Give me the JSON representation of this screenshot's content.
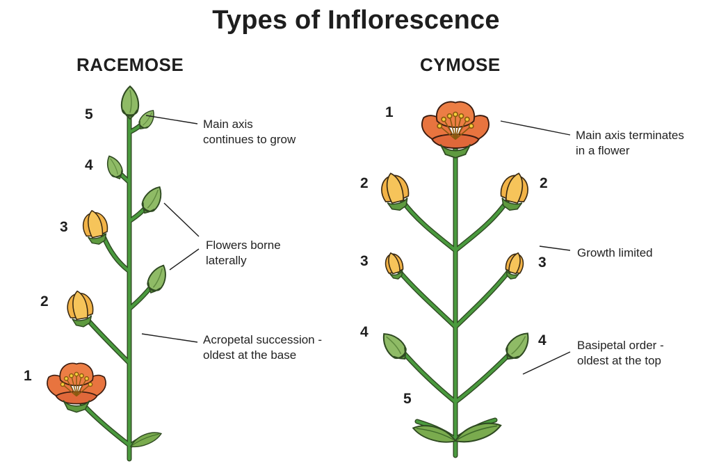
{
  "title": "Types of Inflorescence",
  "racemose": {
    "heading": "RACEMOSE",
    "numbers": [
      "5",
      "4",
      "3",
      "2",
      "1"
    ],
    "notes": [
      [
        "Main axis",
        "continues to grow"
      ],
      [
        "Flowers borne",
        "laterally"
      ],
      [
        "Acropetal succession -",
        "oldest at the base"
      ]
    ]
  },
  "cymose": {
    "heading": "CYMOSE",
    "numbers": [
      "1",
      "2",
      "2",
      "3",
      "3",
      "4",
      "4",
      "5"
    ],
    "notes": [
      [
        "Main axis terminates",
        "in a flower"
      ],
      [
        "Growth limited"
      ],
      [
        "Basipetal order -",
        "oldest at the top"
      ]
    ]
  },
  "colors": {
    "stem": "#3f8a3a",
    "leaf": "#7aab4e",
    "bud": "#8fbb66",
    "open_flower": "#e8743f",
    "young_flower": "#f2b347",
    "stamen": "#f5d03a"
  }
}
